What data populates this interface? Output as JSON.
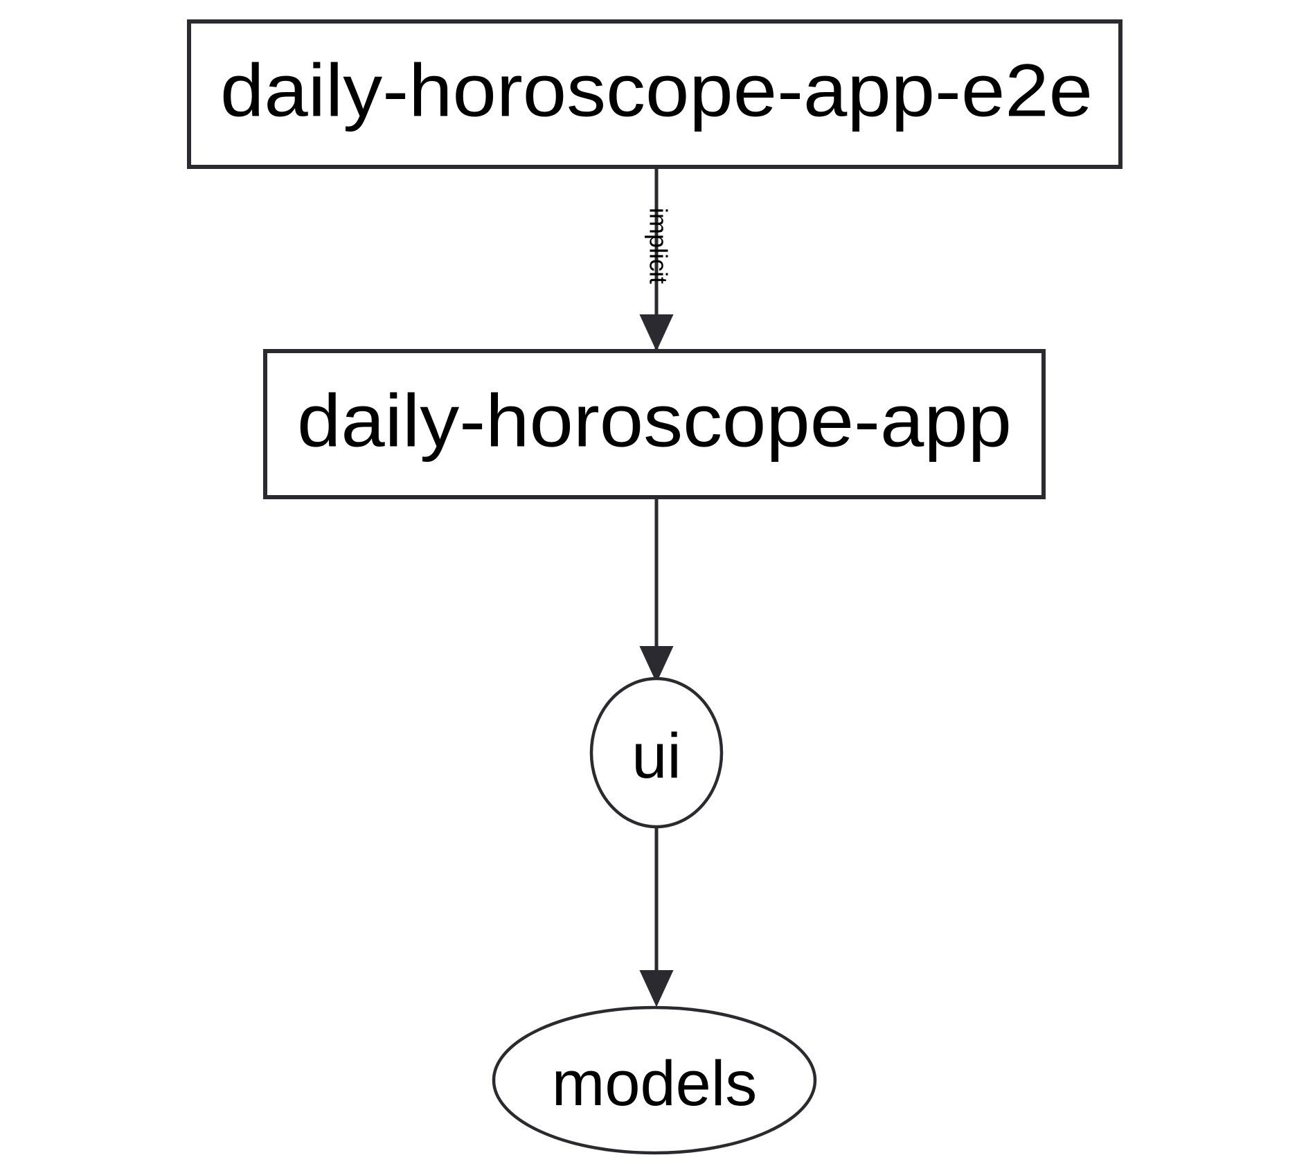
{
  "diagram": {
    "type": "dependency-graph",
    "orientation": "top-to-bottom",
    "background_color": "#ffffff",
    "stroke_color": "#2a2a30",
    "text_color": "#000000",
    "nodes": [
      {
        "id": "e2e",
        "label": "daily-horoscope-app-e2e",
        "shape": "rectangle"
      },
      {
        "id": "app",
        "label": "daily-horoscope-app",
        "shape": "rectangle"
      },
      {
        "id": "ui",
        "label": "ui",
        "shape": "ellipse"
      },
      {
        "id": "models",
        "label": "models",
        "shape": "ellipse"
      }
    ],
    "edges": [
      {
        "from": "e2e",
        "to": "app",
        "label": "implicit",
        "label_rotation": "90"
      },
      {
        "from": "app",
        "to": "ui",
        "label": ""
      },
      {
        "from": "ui",
        "to": "models",
        "label": ""
      }
    ]
  }
}
